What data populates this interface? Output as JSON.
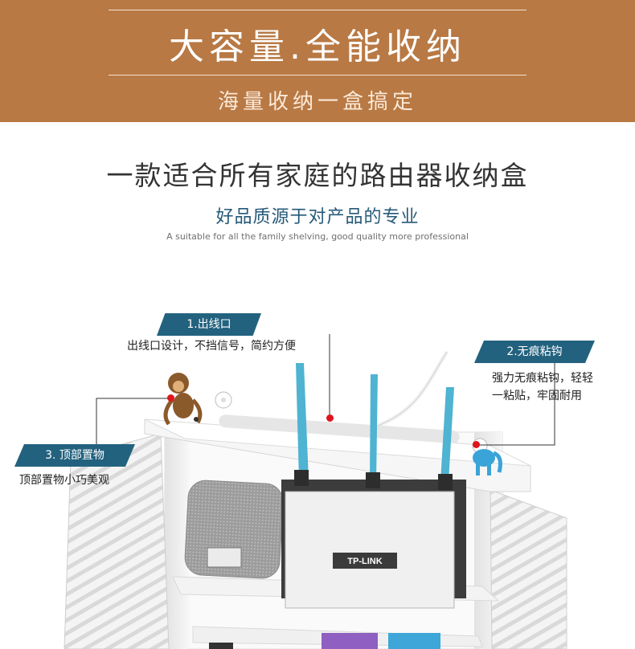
{
  "banner": {
    "title": "大容量.全能收纳",
    "subtitle": "海量收纳一盒搞定"
  },
  "intro": {
    "heading": "一款适合所有家庭的路由器收纳盒",
    "subheading": "好品质源于对产品的专业",
    "english": "A suitable for all the family shelving, good quality more professional"
  },
  "callouts": [
    {
      "tag": "1.出线口",
      "desc": "出线口设计，不挡信号，简约方便"
    },
    {
      "tag": "2.无痕粘钩",
      "desc_line1": "强力无痕粘钩，轻轻",
      "desc_line2": "一粘贴，牢固耐用"
    },
    {
      "tag": "3. 顶部置物",
      "desc": "顶部置物小巧美观"
    }
  ],
  "router": {
    "brand": "TP-LINK"
  },
  "colors": {
    "banner": "#b87944",
    "tag": "#23627f",
    "marker": "#e0141e",
    "antenna": "#4fb3d2"
  }
}
